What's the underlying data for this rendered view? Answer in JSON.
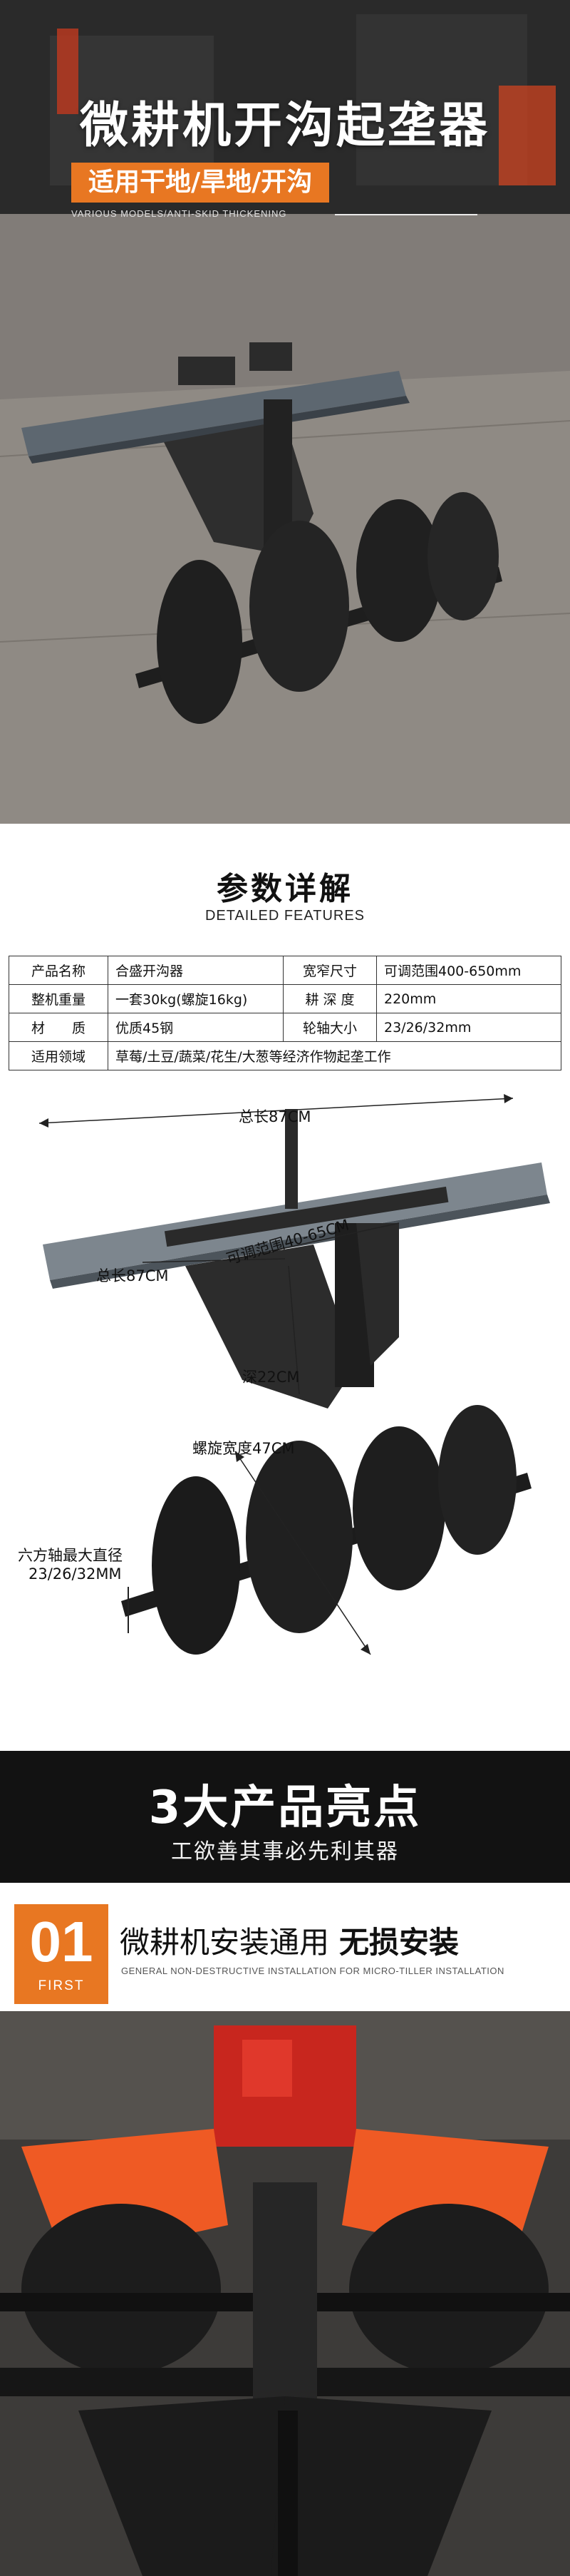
{
  "hero": {
    "title": "微耕机开沟起垄器",
    "subtitle": "适用干地/旱地/开沟",
    "subtitle_en": "VARIOUS MODELS/ANTI-SKID THICKENING"
  },
  "details": {
    "title": "参数详解",
    "subtitle": "DETAILED FEATURES",
    "specs": [
      {
        "k1": "产品名称",
        "v1": "合盛开沟器",
        "k2": "宽窄尺寸",
        "v2": "可调范围400-650mm"
      },
      {
        "k1": "整机重量",
        "v1": "一套30kg(螺旋16kg)",
        "k2": "耕 深 度",
        "v2": "220mm"
      },
      {
        "k1": "材　　质",
        "v1": "优质45钢",
        "k2": "轮轴大小",
        "v2": "23/26/32mm"
      },
      {
        "k1": "适用领域",
        "v1": "草莓/土豆/蔬菜/花生/大葱等经济作物起垄工作"
      }
    ],
    "dims": {
      "total_length_top": "总长87CM",
      "total_length_left": "总长87CM",
      "adjust_range": "可调范围40-65CM",
      "depth": "深22CM",
      "spiral_width": "螺旋宽度47CM",
      "shaft_label_1": "六方轴最大直径",
      "shaft_label_2": "23/26/32MM"
    }
  },
  "highlights": {
    "title": "3大产品亮点",
    "subtitle": "工欲善其事必先利其器"
  },
  "feature1": {
    "number": "01",
    "first": "FIRST",
    "title_normal": "微耕机安装通用",
    "title_bold": "无损安装",
    "title_en": "GENERAL NON-DESTRUCTIVE INSTALLATION FOR MICRO-TILLER INSTALLATION"
  },
  "colors": {
    "accent": "#e87722",
    "dark": "#121212"
  }
}
